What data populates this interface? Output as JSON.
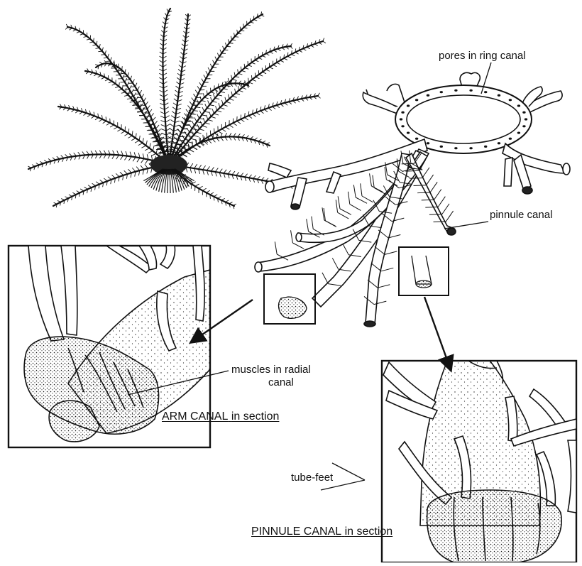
{
  "labels": {
    "pores_in_ring_canal": "pores in ring canal",
    "pinnule_canal": "pinnule canal",
    "muscles_line1": "muscles in radial",
    "muscles_line2": "canal",
    "arm_canal_title": "ARM CANAL",
    "arm_canal_suffix": "in section",
    "tube_feet": "tube-feet",
    "pinnule_canal_title": "PINNULE CANAL",
    "pinnule_canal_suffix": "in section"
  },
  "colors": {
    "ink": "#111111",
    "paper": "#ffffff"
  }
}
